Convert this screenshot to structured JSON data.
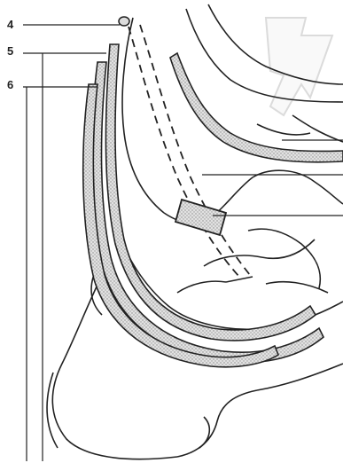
{
  "figure": {
    "labels": {
      "label_4": "4",
      "label_5": "5",
      "label_6": "6"
    },
    "colors": {
      "ink": "#222222",
      "tendon_fill": "#d9d9d9",
      "arrow_fill": "#eeeeee",
      "background": "#ffffff"
    }
  }
}
